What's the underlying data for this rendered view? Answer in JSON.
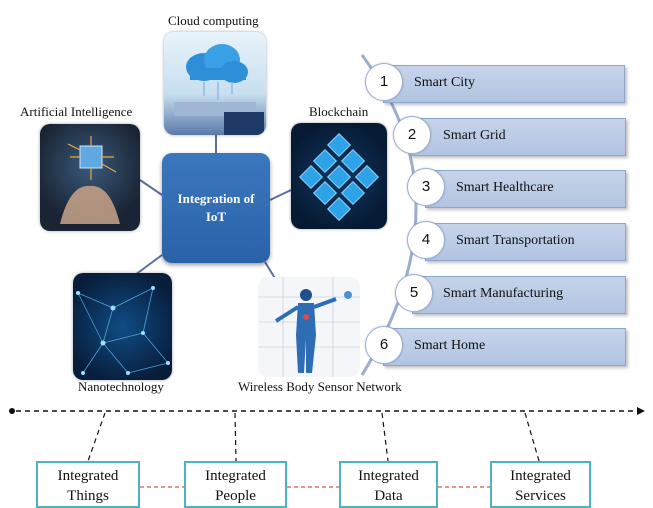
{
  "center": {
    "line1": "Integration of",
    "line2": "IoT"
  },
  "technologies": {
    "cloud": "Cloud computing",
    "ai": "Artificial  Intelligence",
    "blockchain": "Blockchain",
    "nano": "Nanotechnology",
    "wbsn": "Wireless  Body  Sensor  Network"
  },
  "applications": [
    {
      "num": "1",
      "label": "Smart City"
    },
    {
      "num": "2",
      "label": "Smart Grid"
    },
    {
      "num": "3",
      "label": "Smart Healthcare"
    },
    {
      "num": "4",
      "label": "Smart Transportation"
    },
    {
      "num": "5",
      "label": "Smart Manufacturing"
    },
    {
      "num": "6",
      "label": "Smart Home"
    }
  ],
  "integrations": [
    {
      "line1": "Integrated",
      "line2": "Things"
    },
    {
      "line1": "Integrated",
      "line2": "People"
    },
    {
      "line1": "Integrated",
      "line2": "Data"
    },
    {
      "line1": "Integrated",
      "line2": "Services"
    }
  ],
  "colors": {
    "center": "#2a62a8",
    "bar": "#b9cae5",
    "box_border": "#4fb2c0",
    "red_dash": "#d9534f"
  }
}
